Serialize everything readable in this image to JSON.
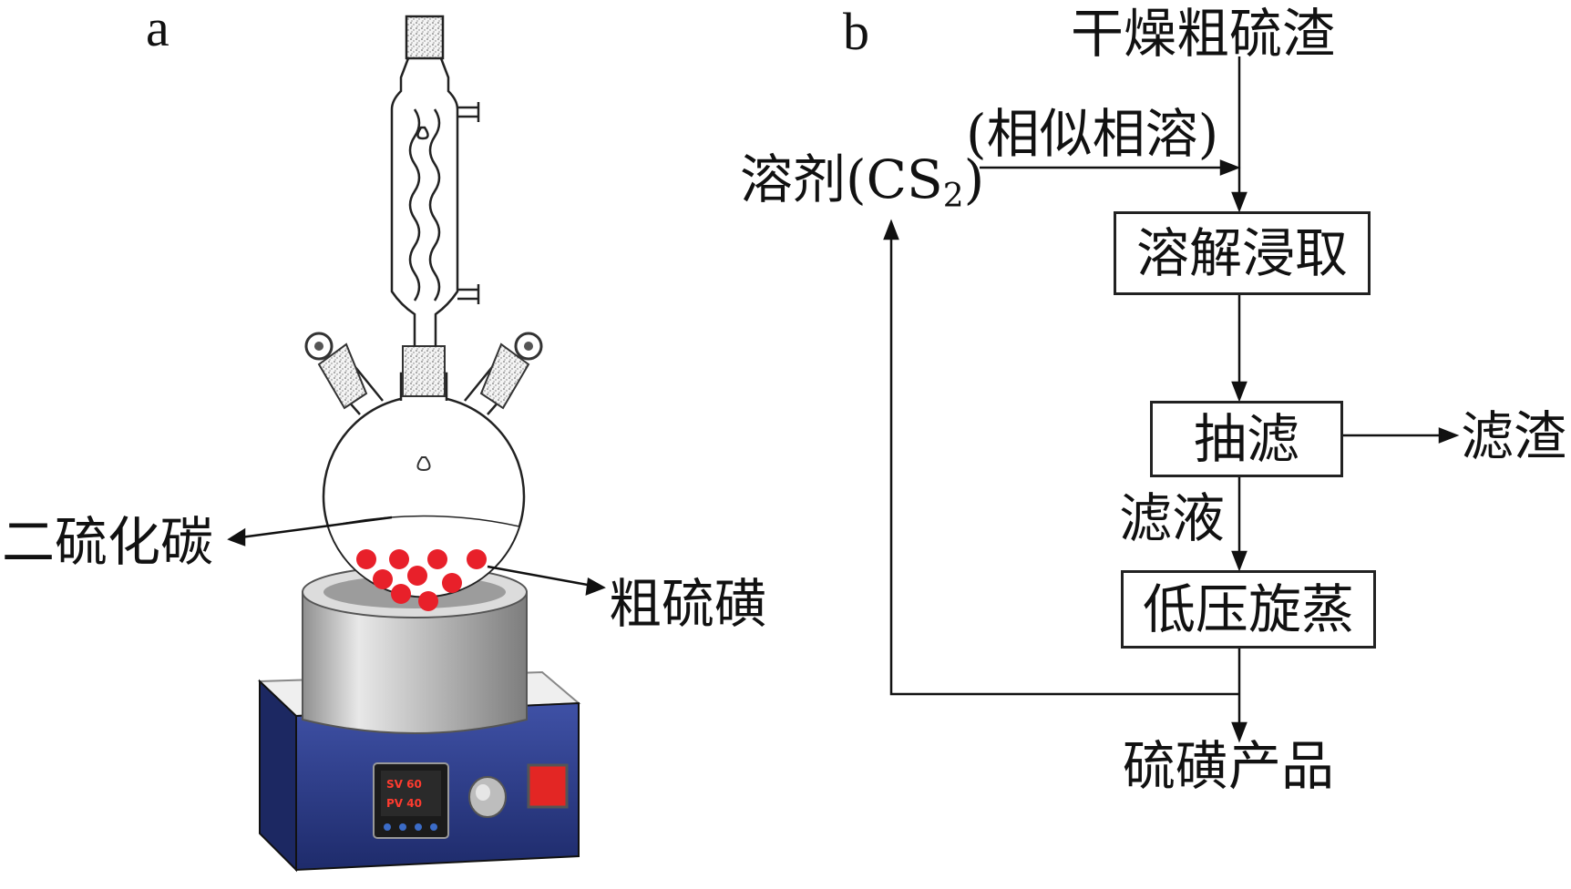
{
  "panel_a": {
    "label": "a",
    "labels": {
      "cs2": "二硫化碳",
      "crude_sulfur": "粗硫磺"
    },
    "display": {
      "line1": "SV 60",
      "line2": "PV 40"
    }
  },
  "panel_b": {
    "label": "b",
    "start": "干燥粗硫渣",
    "note": "(相似相溶)",
    "solvent_prefix": "溶剂(CS",
    "solvent_sub": "2",
    "solvent_suffix": ")",
    "steps": [
      "溶解浸取",
      "抽滤",
      "低压旋蒸"
    ],
    "residue": "滤渣",
    "filtrate": "滤液",
    "product": "硫磺产品"
  },
  "colors": {
    "line": "#1a1a1a",
    "sulfur_ball": "#e8202a",
    "heater_body": "#2b3d8c",
    "heater_top": "#f2f2f2",
    "mantle": "#c9c9c9",
    "button": "#e32624"
  }
}
